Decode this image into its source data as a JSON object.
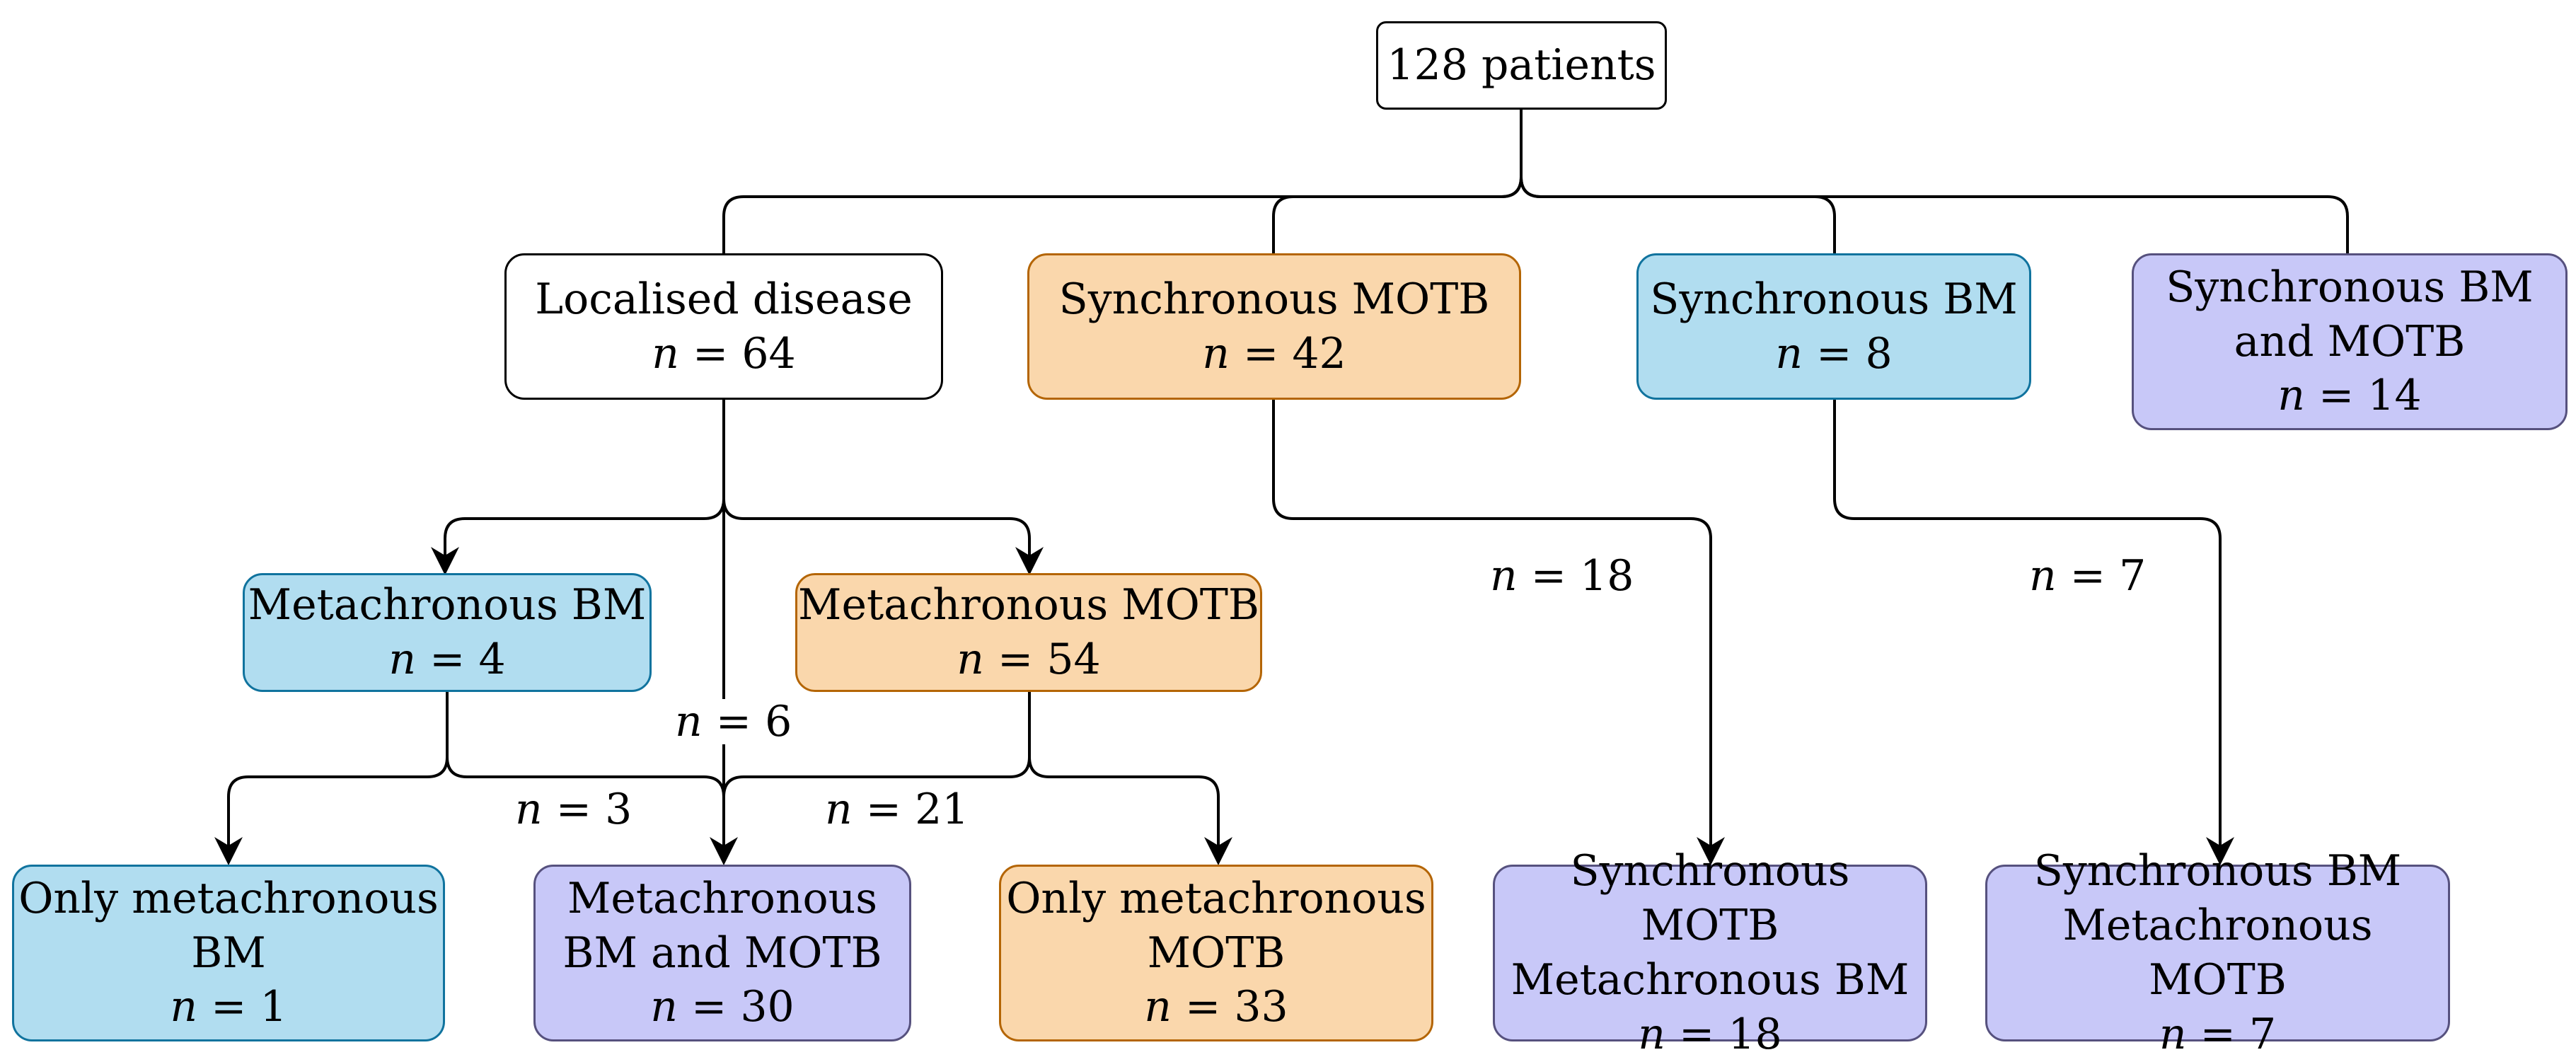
{
  "diagram": {
    "root": {
      "label": "128 patients"
    },
    "localised": {
      "label": "Localised disease",
      "n": "64"
    },
    "sync_motb": {
      "label": "Synchronous MOTB",
      "n": "42"
    },
    "sync_bm": {
      "label": "Synchronous BM",
      "n": "8"
    },
    "sync_bm_motb": {
      "line1": "Synchronous BM",
      "line2": "and MOTB",
      "n": "14"
    },
    "meta_bm": {
      "label": "Metachronous BM",
      "n": "4"
    },
    "meta_motb": {
      "label": "Metachronous MOTB",
      "n": "54"
    },
    "only_meta_bm": {
      "line1": "Only metachronous",
      "line2": "BM",
      "n": "1"
    },
    "meta_bm_motb": {
      "line1": "Metachronous",
      "line2": "BM and MOTB",
      "n": "30"
    },
    "only_meta_motb": {
      "line1": "Only metachronous",
      "line2": "MOTB",
      "n": "33"
    },
    "sync_motb_meta_bm": {
      "line1": "Synchronous MOTB",
      "line2": "Metachronous BM",
      "n": "18"
    },
    "sync_bm_meta_motb": {
      "line1": "Synchronous BM",
      "line2": "Metachronous MOTB",
      "n": "7"
    },
    "n_prefix": "n",
    "eq": " = ",
    "edges": {
      "localised_to_meta_bm_motb": "6",
      "meta_bm_to_meta_bm_motb": "3",
      "meta_motb_to_meta_bm_motb": "21",
      "sync_motb_branch": "18",
      "sync_bm_branch": "7"
    }
  },
  "colors": {
    "white": "#ffffff",
    "orange": "#fad7ac",
    "orange_border": "#b46504",
    "blue": "#b1ddf0",
    "blue_border": "#10739e",
    "purple": "#c8c8f8",
    "purple_border": "#56517e"
  }
}
